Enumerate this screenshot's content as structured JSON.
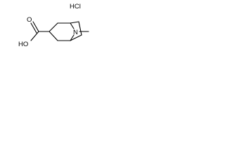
{
  "molecule": {
    "salt_label": "HCl",
    "hydroxyl_label": "HO",
    "carbonyl_oxygen_label": "O",
    "nitrogen_label": "N"
  }
}
